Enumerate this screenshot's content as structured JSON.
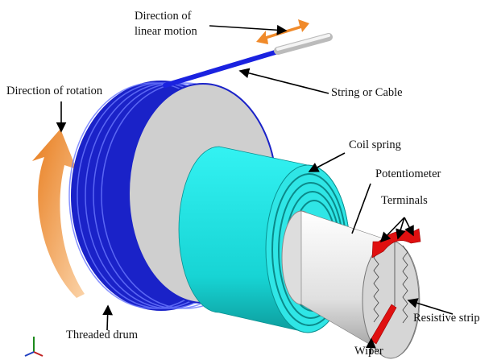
{
  "labels": {
    "linear_motion_1": "Direction of",
    "linear_motion_2": "linear motion",
    "rotation": "Direction of rotation",
    "cable": "String or Cable",
    "coil_spring": "Coil spring",
    "potentiometer": "Potentiometer",
    "terminals": "Terminals",
    "resistive_strip": "Resistive strip",
    "wiper": "Wiper",
    "drum": "Threaded drum"
  },
  "colors": {
    "drum": "#1a22c8",
    "drum_face": "#cfcfcf",
    "spring": "#19e0e0",
    "potentiometer": "#e6e6e6",
    "terminals": "#e01010",
    "motion_arrows": "#f08a2a"
  },
  "icons": [
    "axis-triad-icon"
  ]
}
